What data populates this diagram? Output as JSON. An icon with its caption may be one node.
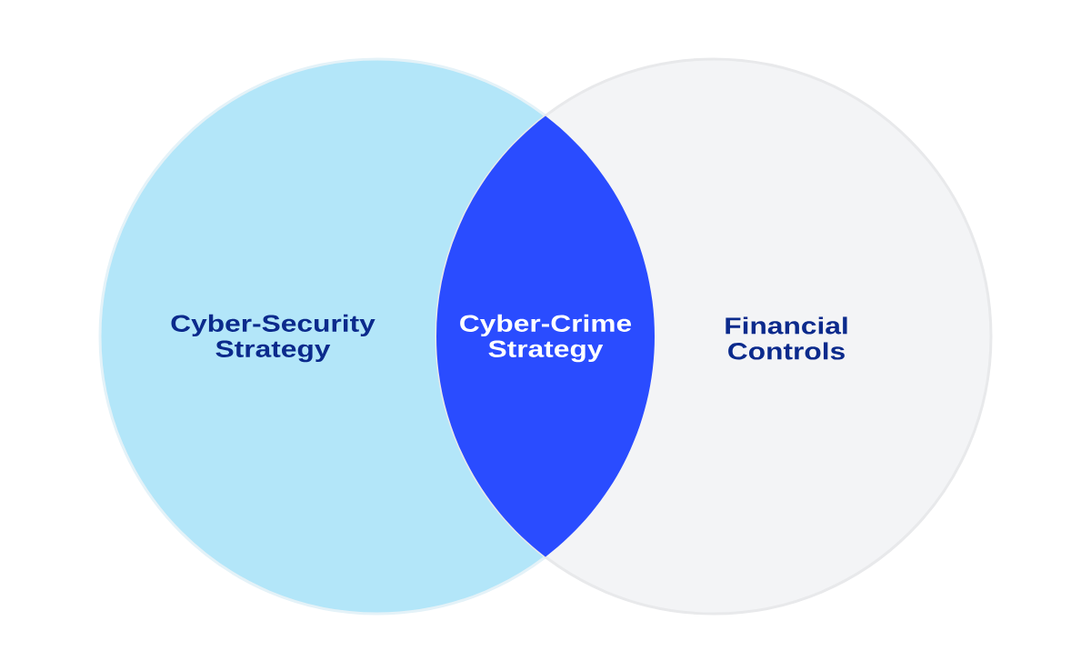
{
  "diagram": {
    "nodes": [
      {
        "text": [
          "Cyber-Security Strategy"
        ]
      },
      {
        "text": [
          "Cyber-Crime Strategy"
        ]
      },
      {
        "text": [
          "Financial Controls"
        ]
      }
    ]
  }
}
